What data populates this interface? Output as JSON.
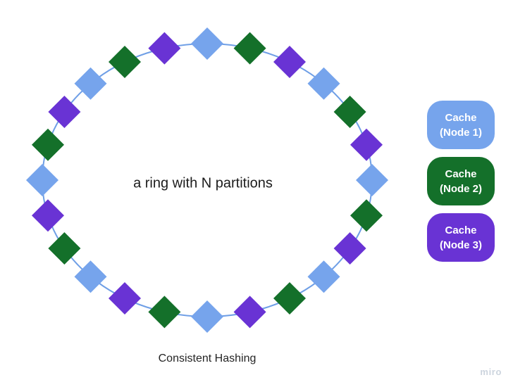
{
  "diagram": {
    "caption": "Consistent Hashing",
    "ring": {
      "center_label": "a ring with N partitions",
      "line_color": "#6f9fe6",
      "partition_count": 24,
      "partitions_clockwise_from_top": [
        "node1",
        "node2",
        "node3",
        "node1",
        "node2",
        "node3",
        "node1",
        "node2",
        "node3",
        "node1",
        "node2",
        "node3",
        "node1",
        "node2",
        "node3",
        "node1",
        "node2",
        "node3",
        "node1",
        "node2",
        "node3",
        "node1",
        "node2",
        "node3"
      ]
    }
  },
  "legend": {
    "items": [
      {
        "id": "node1",
        "lines": [
          "Cache",
          "(Node 1)"
        ],
        "label": "Cache (Node 1)",
        "color": "#76a4ec",
        "text_color": "#ffffff"
      },
      {
        "id": "node2",
        "lines": [
          "Cache",
          "(Node 2)"
        ],
        "label": "Cache (Node 2)",
        "color": "#14702a",
        "text_color": "#ffffff"
      },
      {
        "id": "node3",
        "lines": [
          "Cache",
          "(Node 3)"
        ],
        "label": "Cache (Node 3)",
        "color": "#6933d4",
        "text_color": "#ffffff"
      }
    ]
  },
  "watermark": {
    "label": "miro",
    "color": "#ccd4de"
  }
}
